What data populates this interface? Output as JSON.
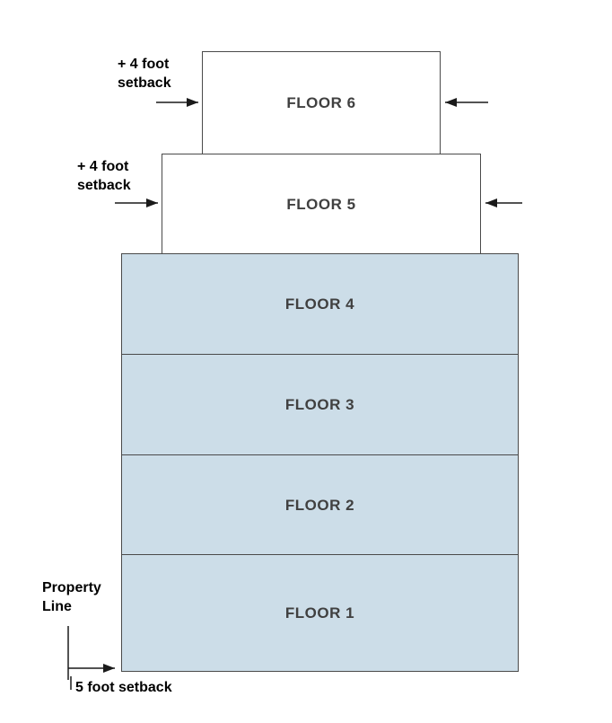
{
  "diagram": {
    "floors": [
      {
        "label": "FLOOR 6"
      },
      {
        "label": "FLOOR 5"
      },
      {
        "label": "FLOOR 4"
      },
      {
        "label": "FLOOR 3"
      },
      {
        "label": "FLOOR 2"
      },
      {
        "label": "FLOOR 1"
      }
    ],
    "annotations": {
      "floor6_setback": "+ 4 foot\nsetback",
      "floor5_setback": "+ 4 foot\nsetback",
      "property_line": "Property\nLine",
      "ground_setback": "5 foot setback"
    },
    "colors": {
      "upper_floor_fill": "#ffffff",
      "podium_floor_fill": "#ccdde8",
      "outline": "#4a4a4a",
      "floor_label_text": "#404040",
      "annotation_text": "#000000",
      "arrow_stroke": "#1a1a1a"
    }
  }
}
